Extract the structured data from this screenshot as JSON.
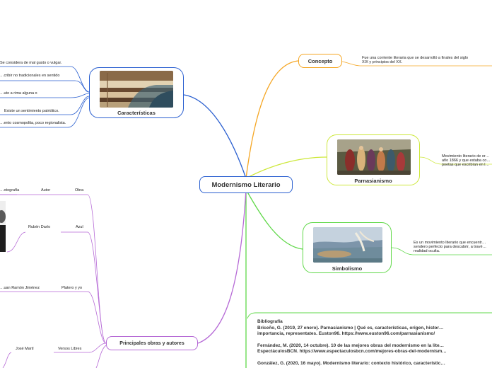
{
  "central": {
    "title": "Modernismo Literario"
  },
  "colors": {
    "blue": "#2a5fd0",
    "orange": "#f5a623",
    "yellow": "#cde83a",
    "green": "#5fd848",
    "purple": "#b66ad6"
  },
  "characteristics": {
    "title": "Características",
    "image": "books-photo",
    "items": [
      "Se considera de mal gusto o vulgar.",
      "…cribir no tradicionales en sentido",
      "…uto a rima alguna o",
      "Existe un sentimiento patriótico.",
      "…ento cosmopolita, poco regionalista."
    ]
  },
  "concept": {
    "title": "Concepto",
    "description": [
      "Fue una corriente literaria que se desarrolló a finales del siglo",
      "XIX y principios del XX."
    ]
  },
  "parnassianism": {
    "title": "Parnasianismo",
    "image": "painting-photo",
    "description": [
      "Movimiento literario de or…",
      "año 1866 y que estaba co…",
      "poetas que escribían en l…"
    ]
  },
  "symbolism": {
    "title": "Simbolismo",
    "image": "landscape-painting-photo",
    "description": [
      "Es un movimiento literario que encuentr…",
      "sendero perfecto para descubrir, a travé…",
      "realidad oculta."
    ]
  },
  "works": {
    "title": "Principales obras y autores",
    "header": {
      "photo": "…otografía",
      "author": "Autor",
      "work": "Obra"
    },
    "entries": [
      {
        "author": "Rubén Darío",
        "work": "Azul"
      },
      {
        "author": "…uan Ramón Jiménez",
        "work": "Platero y yo"
      },
      {
        "author": "José Martí",
        "work": "Versos Libres"
      }
    ]
  },
  "bibliography": {
    "title": "Bibliografía",
    "lines": [
      "Briceño, G. (2019, 27 enero). Parnasianismo | Qué es, características, origen, histor…",
      "importancia, representates. Euston96. https://www.euston96.com/parnasianismo/",
      "",
      "Fernández, M. (2020, 14 octubre). 10 de las mejores obras del modernismo en la lite…",
      "EspectáculosBCN. https://www.espectaculosbcn.com/mejores-obras-del-modernism…",
      "",
      "González, G. (2020, 16 mayo). Modernismo literario: contexto histórico, característic…"
    ]
  }
}
